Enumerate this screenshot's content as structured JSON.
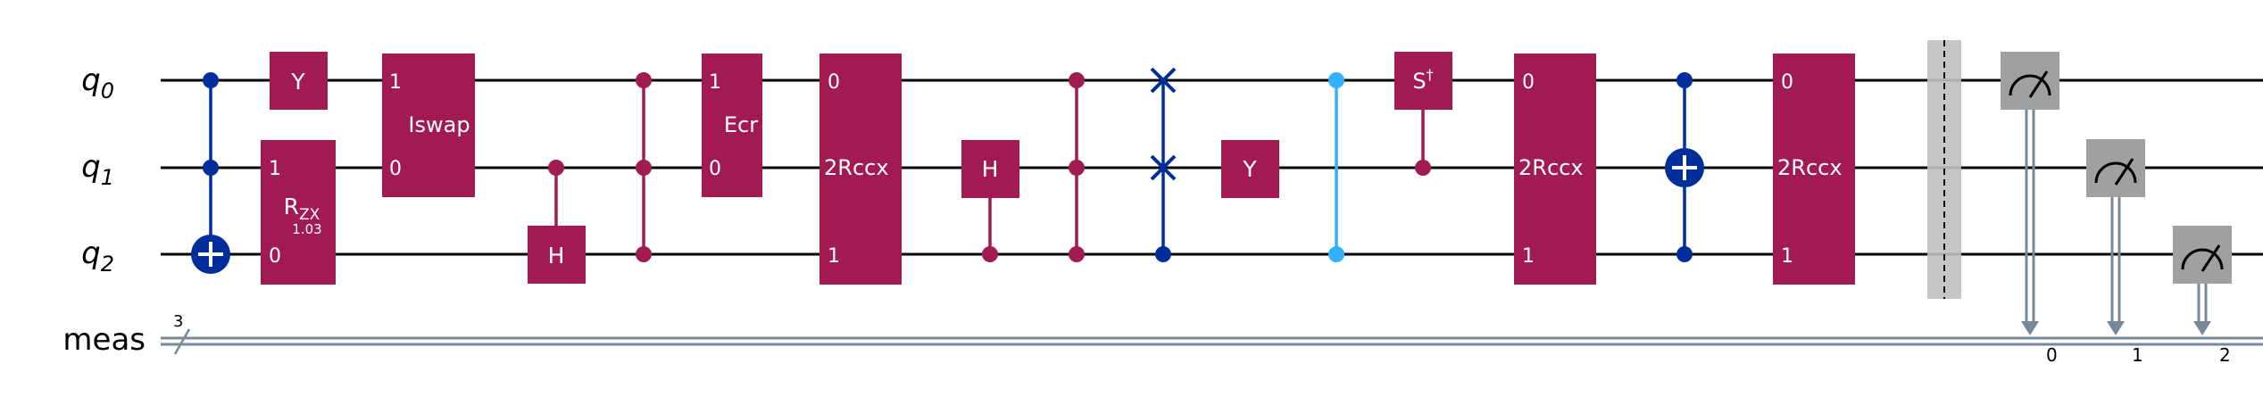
{
  "colors": {
    "gate": "#a11a52",
    "cx": "#002d9c",
    "cz": "#33b1ff",
    "barrier": "#c0c0c0",
    "measure": "#a0a0a0",
    "classical": "#778899",
    "wire": "#000000"
  },
  "registers": {
    "qubits": [
      {
        "base": "q",
        "sub": "0"
      },
      {
        "base": "q",
        "sub": "1"
      },
      {
        "base": "q",
        "sub": "2"
      }
    ],
    "classical": {
      "name": "meas",
      "size": "3"
    }
  },
  "gates": {
    "cx_a": {
      "controls": [
        0,
        1
      ],
      "target": 2
    },
    "y_a": {
      "label": "Y",
      "qubit": 0
    },
    "rzx": {
      "label_base": "R",
      "label_sub": "ZX",
      "param": "1.03",
      "top_index": "1",
      "bottom_index": "0",
      "qubits": [
        1,
        2
      ]
    },
    "iswap": {
      "label": "Iswap",
      "top_index": "1",
      "bottom_index": "0",
      "qubits": [
        0,
        1
      ]
    },
    "ch_a": {
      "label": "H",
      "control": 1,
      "target": 2
    },
    "ccz_a": {
      "qubits": [
        0,
        1,
        2
      ]
    },
    "ecr": {
      "label": "Ecr",
      "top_index": "1",
      "bottom_index": "0",
      "qubits": [
        0,
        1
      ]
    },
    "rccx_a": {
      "label": "2Rccx",
      "top_index": "0",
      "bottom_index": "1",
      "qubits": [
        0,
        1,
        2
      ]
    },
    "ch_b": {
      "label": "H",
      "control": 2,
      "target": 1
    },
    "ccz_b": {
      "qubits": [
        0,
        1,
        2
      ]
    },
    "swap": {
      "qubits": [
        0,
        1
      ],
      "control": 2
    },
    "y_b": {
      "label": "Y",
      "qubit": 1
    },
    "cz": {
      "qubits": [
        0,
        2
      ]
    },
    "csdg": {
      "label_base": "S",
      "label_sup": "†",
      "control": 1,
      "target": 0
    },
    "rccx_b": {
      "label": "2Rccx",
      "top_index": "0",
      "bottom_index": "1",
      "qubits": [
        0,
        1,
        2
      ]
    },
    "cx_b": {
      "controls": [
        0,
        2
      ],
      "target": 1
    },
    "rccx_c": {
      "label": "2Rccx",
      "top_index": "0",
      "bottom_index": "1",
      "qubits": [
        0,
        1,
        2
      ]
    }
  },
  "measurements": [
    {
      "qubit": 0,
      "bit": "0"
    },
    {
      "qubit": 1,
      "bit": "1"
    },
    {
      "qubit": 2,
      "bit": "2"
    }
  ]
}
